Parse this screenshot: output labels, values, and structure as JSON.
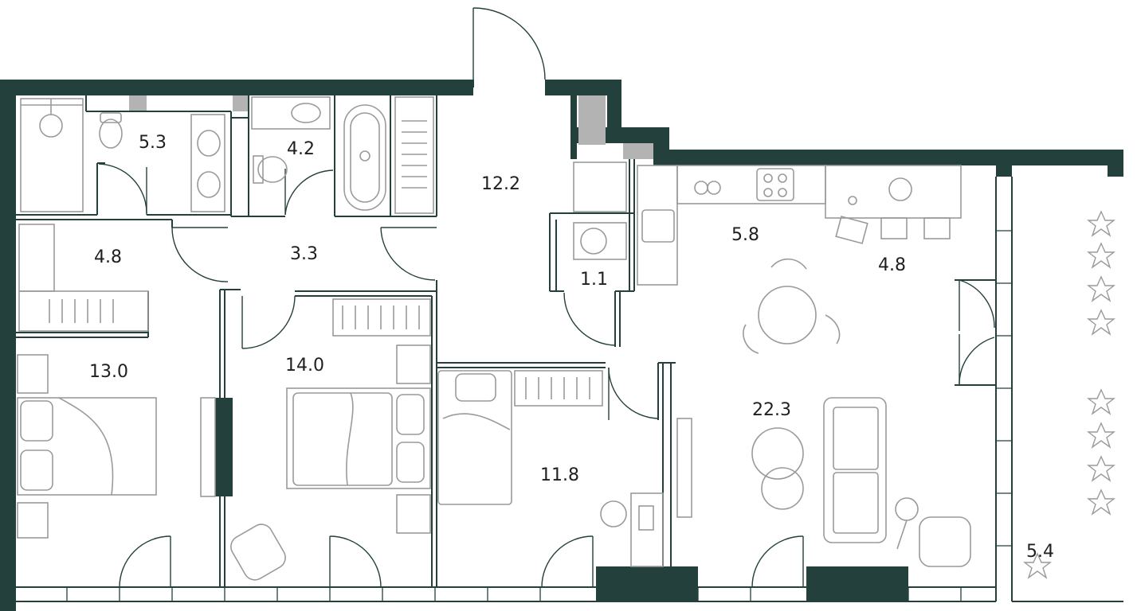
{
  "plan": {
    "rooms": [
      {
        "id": "bathroom-1",
        "area": "5.3"
      },
      {
        "id": "bathroom-2",
        "area": "4.2"
      },
      {
        "id": "corridor-entry",
        "area": "12.2"
      },
      {
        "id": "closet",
        "area": "4.8"
      },
      {
        "id": "hall",
        "area": "3.3"
      },
      {
        "id": "laundry",
        "area": "1.1"
      },
      {
        "id": "kitchen",
        "area": "5.8"
      },
      {
        "id": "dining",
        "area": "4.8"
      },
      {
        "id": "bedroom-1",
        "area": "13.0"
      },
      {
        "id": "bedroom-2",
        "area": "14.0"
      },
      {
        "id": "bedroom-3",
        "area": "11.8"
      },
      {
        "id": "living",
        "area": "22.3"
      },
      {
        "id": "balcony",
        "area": "5.4"
      }
    ],
    "colors": {
      "wall": "#24403d",
      "furniture": "#9a9a9a",
      "shaft": "#b3b3b3",
      "background": "#ffffff"
    }
  }
}
